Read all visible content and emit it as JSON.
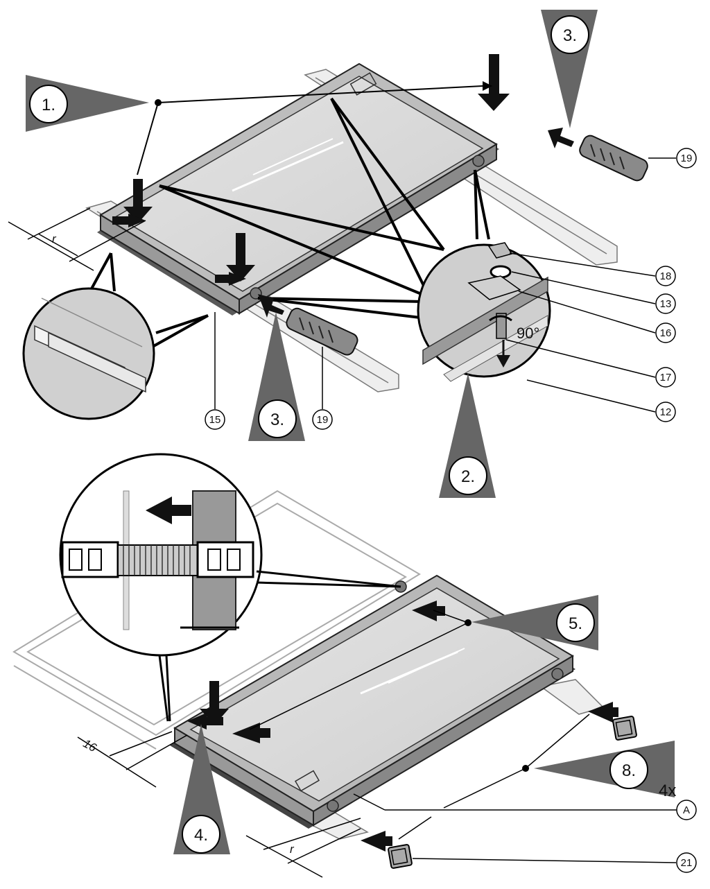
{
  "steps": {
    "s1": "1.",
    "s2": "2.",
    "s3a": "3.",
    "s3b": "3.",
    "s4": "4.",
    "s5": "5.",
    "s8": "8."
  },
  "callouts": {
    "c18": "18",
    "c13": "13",
    "c16": "16",
    "c17": "17",
    "c12": "12",
    "c15": "15",
    "c19a": "19",
    "c19b": "19",
    "cA": "A",
    "c21": "21"
  },
  "annotations": {
    "angle": "90°",
    "dim_r_top": "r",
    "dim_16": "16",
    "dim_r_bottom": "r",
    "multiplier": "4x"
  }
}
